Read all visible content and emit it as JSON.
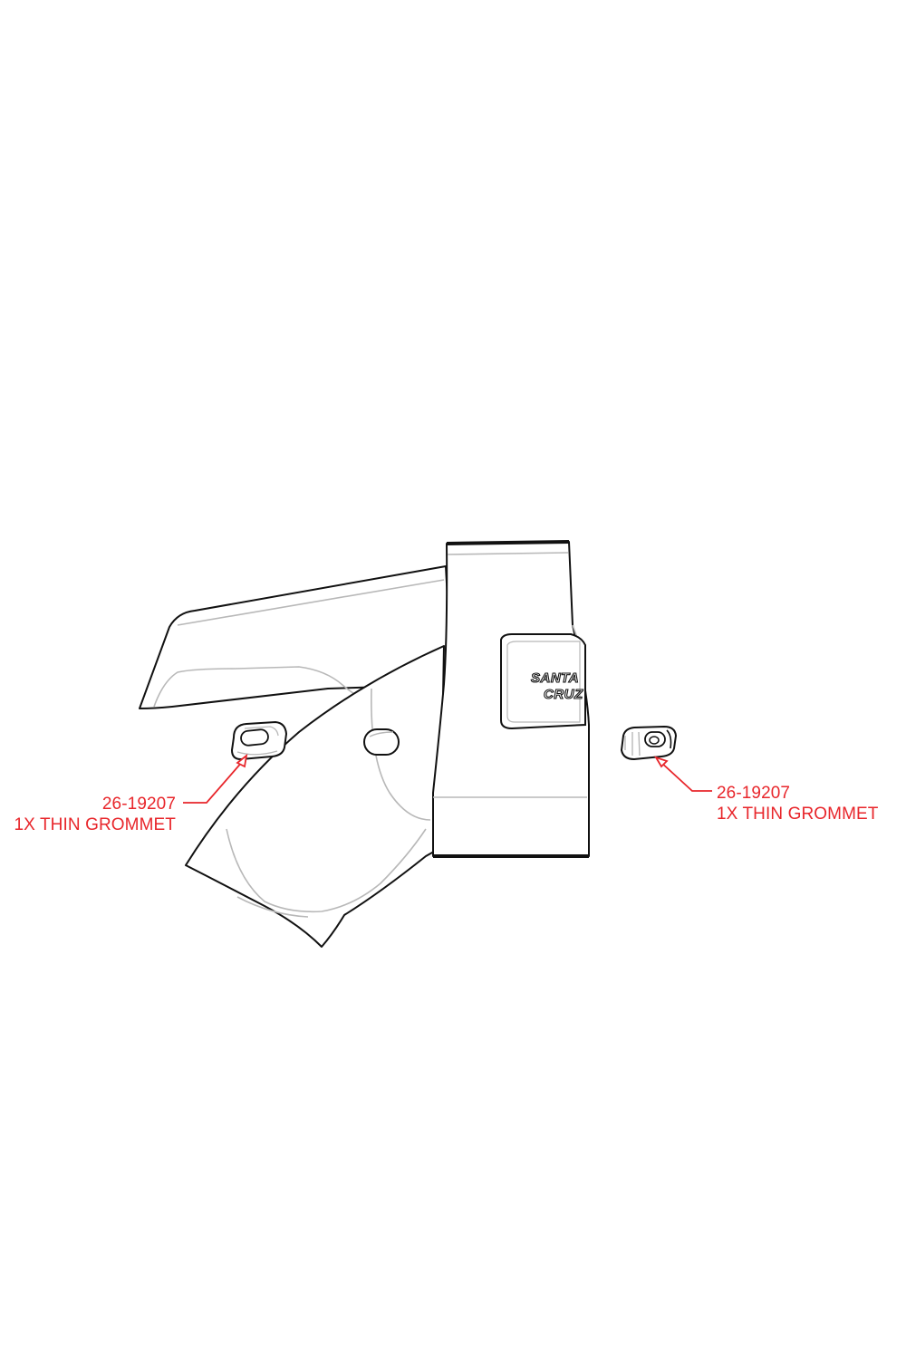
{
  "callouts": [
    {
      "part_number": "26-19207",
      "description": "1X THIN GROMMET"
    },
    {
      "part_number": "26-19207",
      "description": "1X THIN GROMMET"
    }
  ],
  "logo": {
    "text": "SANTA CRUZ",
    "line1": "SANTA",
    "line2": "CRUZ"
  },
  "colors": {
    "callout": "#e8262b",
    "outline": "#111111",
    "detail": "#b8b8b8",
    "background": "#ffffff"
  }
}
